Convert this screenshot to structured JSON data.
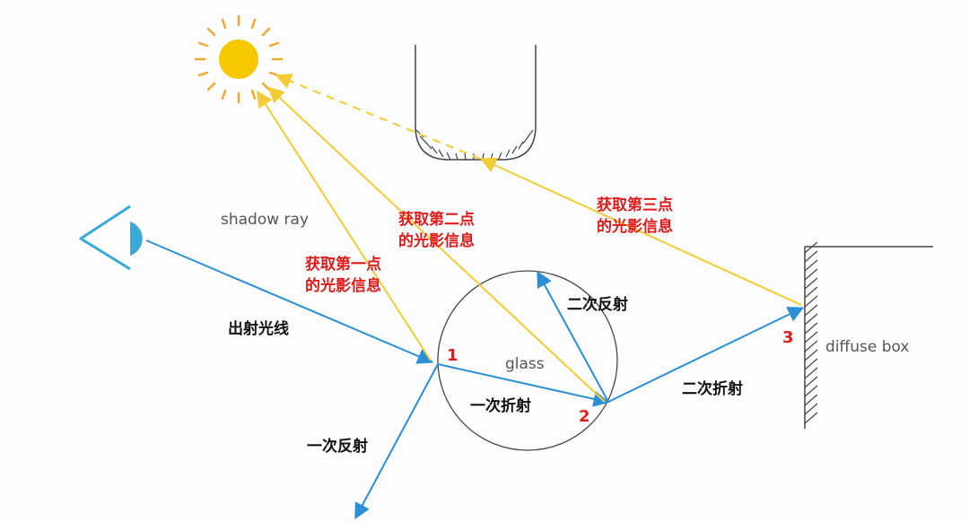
{
  "labels": {
    "shadow_ray": "shadow ray",
    "glass": "glass",
    "diffuse_box": "diffuse box",
    "exit_ray": "出射光线",
    "first_reflection": "一次反射",
    "first_refraction": "一次折射",
    "second_reflection": "二次反射",
    "second_refraction": "二次折射",
    "point1_line1": "获取第一点",
    "point1_line2": "的光影信息",
    "point2_line1": "获取第二点",
    "point2_line2": "的光影信息",
    "point3_line1": "获取第三点",
    "point3_line2": "的光影信息",
    "num1": "1",
    "num2": "2",
    "num3": "3"
  },
  "colors": {
    "blue_ray": "#2b8fd6",
    "yellow_ray": "#f2cc35",
    "red_text": "#e01b1b",
    "sun": "#f7c700",
    "sun_rays": "#f0a830",
    "outline": "#444444",
    "eye": "#39a9d6",
    "gray_text": "#555555"
  },
  "icons": {
    "sun": "sun-icon",
    "eye": "eye-icon"
  }
}
